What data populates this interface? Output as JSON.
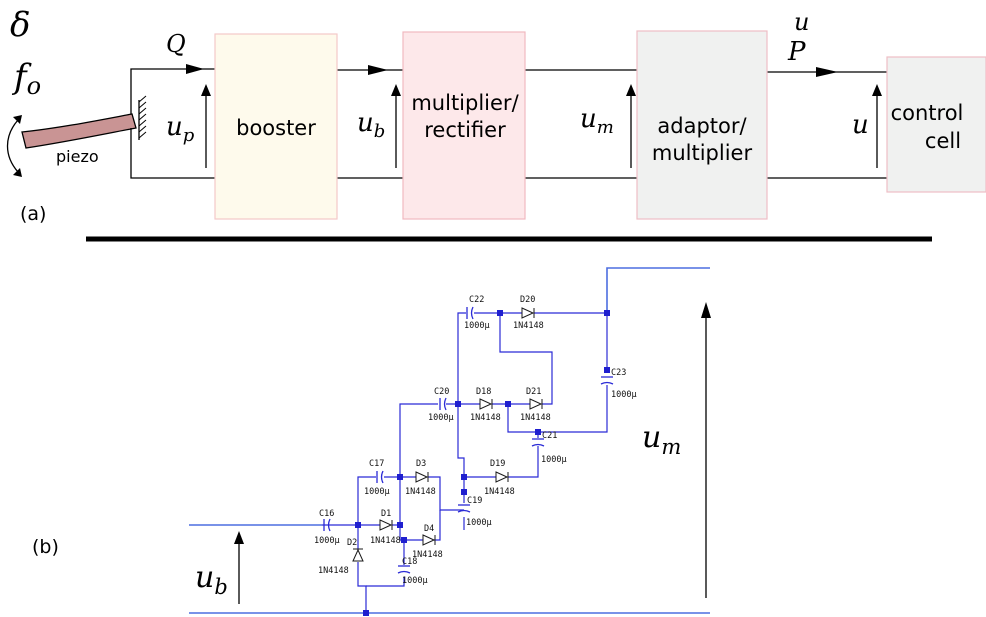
{
  "panel_a": {
    "label": "(a)",
    "symbols": {
      "delta": "δ",
      "f": "f",
      "f_sub": "o",
      "Q": "Q",
      "P": "P",
      "u_top": "u"
    },
    "piezo_label": "piezo",
    "voltages": {
      "up": "u",
      "up_sub": "p",
      "ub": "u",
      "ub_sub": "b",
      "um": "u",
      "um_sub": "m",
      "u": "u"
    },
    "blocks": [
      {
        "line1": "booster",
        "line2": "",
        "fill": "#fefaec",
        "stroke": "#f3c9c9"
      },
      {
        "line1": "multiplier/",
        "line2": "rectifier",
        "fill": "#fde8ea",
        "stroke": "#f1b9c0"
      },
      {
        "line1": "adaptor/",
        "line2": "multiplier",
        "fill": "#f0f1f0",
        "stroke": "#eebfc6"
      },
      {
        "line1": "control",
        "line2": "cell",
        "fill": "#f0f1f0",
        "stroke": "#eebfc6"
      }
    ],
    "colors": {
      "piezo": "#c99494",
      "wire": "#000000"
    }
  },
  "panel_b": {
    "label": "(b)",
    "ub": "u",
    "ub_sub": "b",
    "um": "u",
    "um_sub": "m",
    "colors": {
      "wire": "#2b2bd6",
      "rail": "#4d6ee0",
      "node": "#1f1fcf"
    },
    "capacitors": [
      {
        "name": "C16",
        "value": "1000µ"
      },
      {
        "name": "C17",
        "value": "1000µ"
      },
      {
        "name": "C18",
        "value": "1000µ"
      },
      {
        "name": "C19",
        "value": "1000µ"
      },
      {
        "name": "C20",
        "value": "1000µ"
      },
      {
        "name": "C21",
        "value": "1000µ"
      },
      {
        "name": "C22",
        "value": "1000µ"
      },
      {
        "name": "C23",
        "value": "1000µ"
      }
    ],
    "diodes": [
      {
        "name": "D1",
        "part": "1N4148"
      },
      {
        "name": "D2",
        "part": "1N4148"
      },
      {
        "name": "D3",
        "part": "1N4148"
      },
      {
        "name": "D4",
        "part": "1N4148"
      },
      {
        "name": "D18",
        "part": "1N4148"
      },
      {
        "name": "D19",
        "part": "1N4148"
      },
      {
        "name": "D20",
        "part": "1N4148"
      },
      {
        "name": "D21",
        "part": "1N4148"
      }
    ]
  }
}
